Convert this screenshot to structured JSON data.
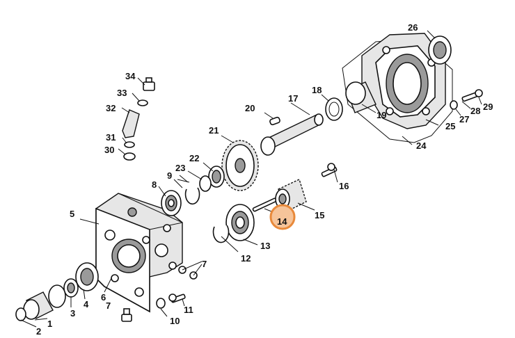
{
  "diagram": {
    "highlight_color": "#e8893a",
    "highlighted_part": "14",
    "labels": [
      "1",
      "2",
      "3",
      "4",
      "5",
      "6",
      "7",
      "8",
      "9",
      "10",
      "11",
      "12",
      "13",
      "14",
      "15",
      "16",
      "17",
      "18",
      "19",
      "20",
      "21",
      "22",
      "23",
      "24",
      "25",
      "26",
      "27",
      "28",
      "29",
      "30",
      "31",
      "32",
      "33",
      "34"
    ]
  }
}
